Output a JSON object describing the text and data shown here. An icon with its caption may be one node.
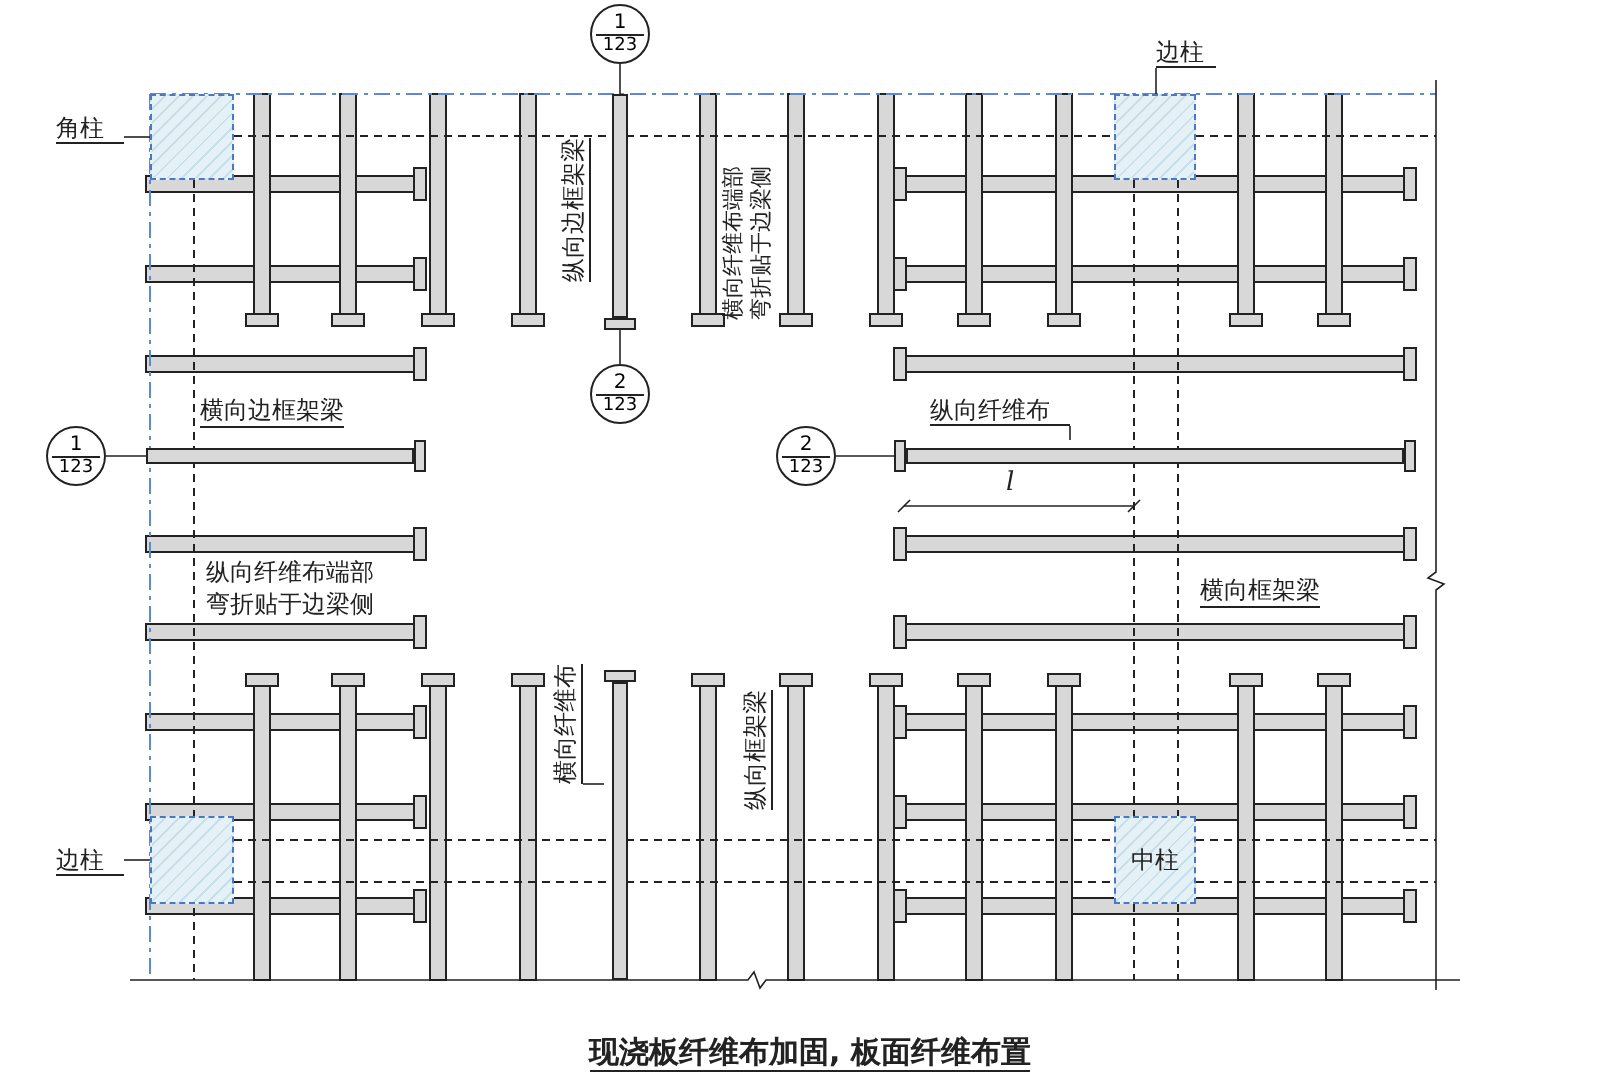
{
  "diagram": {
    "caption": "现浇板纤维布加固, 板面纤维布置",
    "nodes": [
      {
        "text": [
          "角柱"
        ]
      },
      {
        "text": [],
        "shape": "box"
      },
      {
        "text": [
          "边柱"
        ]
      },
      {
        "text": [],
        "shape": "box"
      },
      {
        "text": [
          "1",
          "123"
        ]
      },
      {
        "text": [],
        "shape": "bar"
      },
      {
        "text": [
          "2",
          "123"
        ]
      },
      {
        "text": [
          "1",
          "123"
        ]
      },
      {
        "text": [],
        "shape": "bar"
      },
      {
        "text": [
          "2",
          "123"
        ]
      },
      {
        "text": [],
        "shape": "bar"
      },
      {
        "text": [
          "纵向纤维布"
        ]
      },
      {
        "text": [
          "边柱"
        ]
      },
      {
        "text": [],
        "shape": "box"
      },
      {
        "text": [
          "横向纤维布"
        ]
      },
      {
        "text": [],
        "shape": "bar"
      },
      {
        "text": [
          "中柱"
        ]
      }
    ],
    "edges": [
      {
        "from": 0,
        "to": 1,
        "arrow": "none"
      },
      {
        "from": 2,
        "to": 3,
        "arrow": "none"
      },
      {
        "from": 4,
        "to": 5,
        "arrow": "none"
      },
      {
        "from": 6,
        "to": 5,
        "arrow": "none"
      },
      {
        "from": 7,
        "to": 8,
        "arrow": "none"
      },
      {
        "from": 9,
        "to": 10,
        "arrow": "none"
      },
      {
        "from": 11,
        "to": 10,
        "arrow": "none"
      },
      {
        "from": 12,
        "to": 13,
        "arrow": "none"
      },
      {
        "from": 14,
        "to": 15,
        "arrow": "none"
      }
    ],
    "labels": [
      "纵向边框架梁",
      "横向纤维布端部弯折贴于边梁侧",
      "横向边框架梁",
      "l",
      "纵向纤维布端部弯折贴于边梁侧",
      "横向框架梁",
      "纵向框架梁"
    ]
  }
}
